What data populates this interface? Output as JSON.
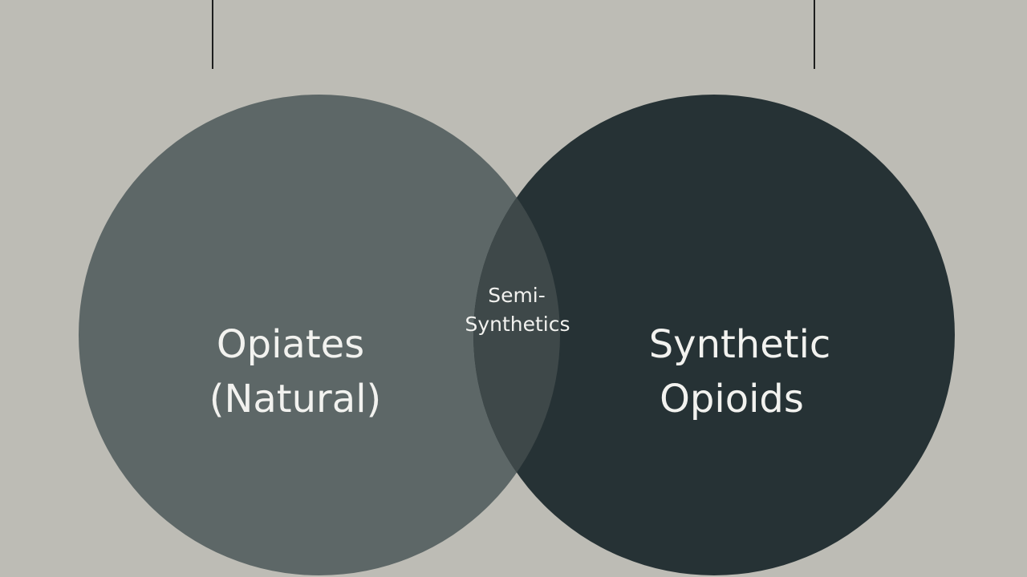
{
  "diagram": {
    "type": "venn",
    "colors": {
      "background": "#bdbcb5",
      "left_circle": "#5d6767",
      "right_circle": "#263235",
      "overlap": "#3e4849",
      "text": "#f2f2ef"
    },
    "left": {
      "line1": "Opiates",
      "line2": "(Natural)"
    },
    "overlap": {
      "line1": "Semi-",
      "line2": "Synthetics"
    },
    "right": {
      "line1": "Synthetic",
      "line2": "Opioids"
    }
  }
}
